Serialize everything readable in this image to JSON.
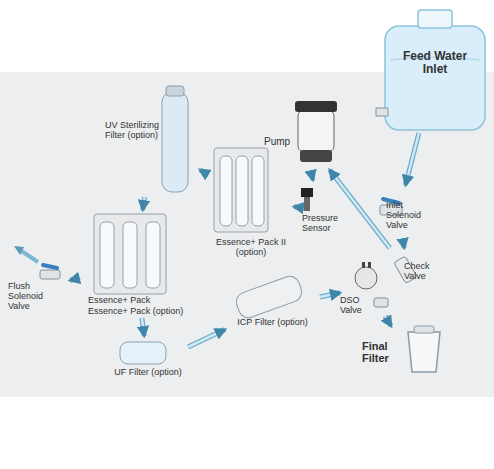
{
  "diagram": {
    "nodes": [
      {
        "text": [
          "Feed Water Inlet"
        ]
      },
      {
        "text": [
          "Inlet Solenoid Valve"
        ]
      },
      {
        "text": [
          "Check Valve"
        ]
      },
      {
        "text": [
          "Pump"
        ]
      },
      {
        "text": [
          "Pressure Sensor"
        ]
      },
      {
        "text": [
          "Essence+ Pack II (option)"
        ]
      },
      {
        "text": [
          "UV Sterilizing Filter (option)"
        ]
      },
      {
        "text": [
          "Essence+ Pack",
          "Essence+ Pack (option)"
        ]
      },
      {
        "text": [
          "Flush Solenoid Valve"
        ]
      },
      {
        "text": [
          "UF Filter (option)"
        ]
      },
      {
        "text": [
          "ICP Filter (option)"
        ]
      },
      {
        "text": [
          "DSO Valve"
        ]
      },
      {
        "text": [
          "Final Filter"
        ]
      }
    ],
    "edges": [
      {
        "from": 0,
        "to": 1,
        "arrow": "to"
      },
      {
        "from": 1,
        "to": 2,
        "arrow": "to"
      },
      {
        "from": 2,
        "to": 3,
        "arrow": "to"
      },
      {
        "from": 3,
        "to": 4,
        "arrow": "to"
      },
      {
        "from": 4,
        "to": 5,
        "arrow": "to"
      },
      {
        "from": 5,
        "to": 6,
        "arrow": "to"
      },
      {
        "from": 6,
        "to": 7,
        "arrow": "to"
      },
      {
        "from": 7,
        "to": 8,
        "arrow": "to"
      },
      {
        "from": 7,
        "to": 9,
        "arrow": "to"
      },
      {
        "from": 9,
        "to": 10,
        "arrow": "to"
      },
      {
        "from": 10,
        "to": 11,
        "arrow": "to"
      },
      {
        "from": 11,
        "to": 12,
        "arrow": "to"
      }
    ]
  }
}
